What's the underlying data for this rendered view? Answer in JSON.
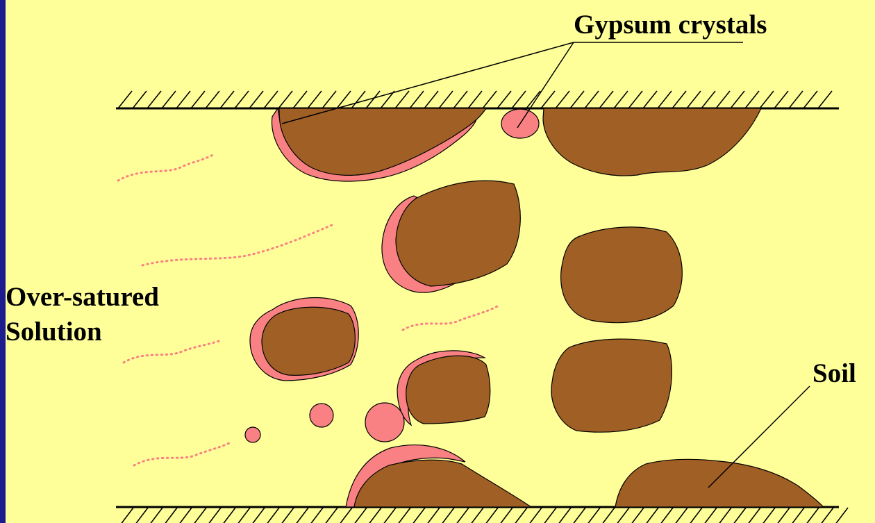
{
  "labels": {
    "gypsum": "Gypsum crystals",
    "solution_line1": "Over-satured",
    "solution_line2": "Solution",
    "soil": "Soil"
  },
  "colors": {
    "frame": "#1c1c8e",
    "background": "#ffff99",
    "soil": "#a05f25",
    "gypsum": "#f98183",
    "outline": "#000000"
  }
}
